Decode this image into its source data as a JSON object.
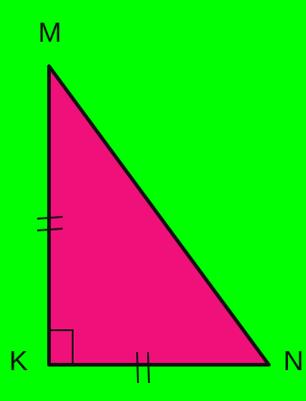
{
  "colors": {
    "background": "#00ff00",
    "triangle_fill": "#f0107a",
    "stroke": "#111111"
  },
  "vertices": {
    "top": "M",
    "right_angle": "K",
    "right": "N"
  },
  "marks": {
    "right_angle_at": "K",
    "equal_sides": [
      "KM",
      "KN"
    ],
    "tick_count": 2
  }
}
